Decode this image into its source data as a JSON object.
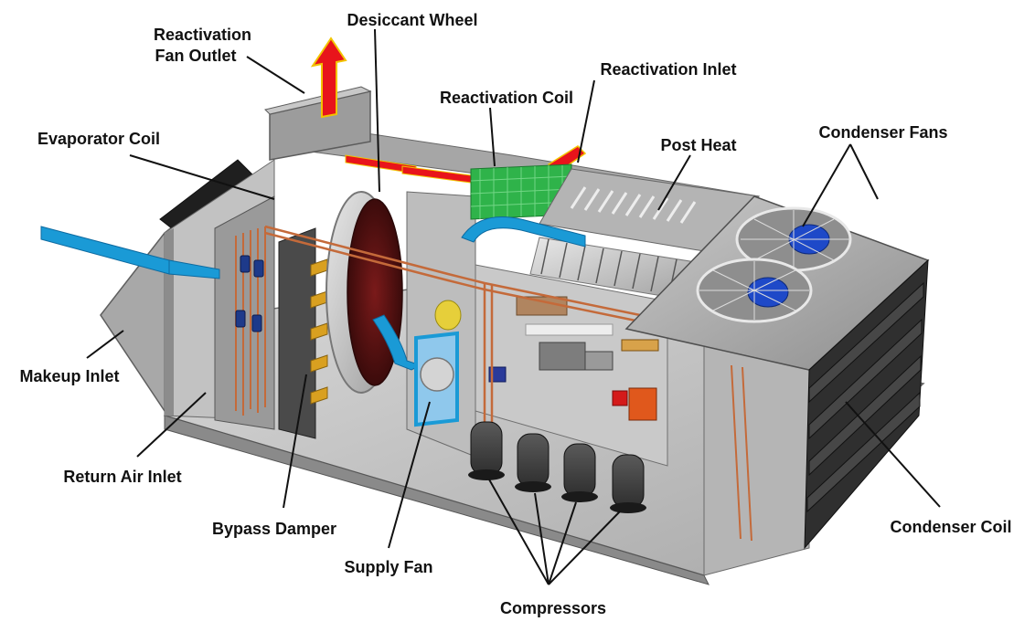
{
  "labels": {
    "reactivation_fan_outlet": [
      "Reactivation",
      "Fan Outlet"
    ],
    "desiccant_wheel": "Desiccant Wheel",
    "reactivation_inlet": "Reactivation Inlet",
    "reactivation_coil": "Reactivation Coil",
    "evaporator_coil": "Evaporator Coil",
    "post_heat": "Post Heat",
    "condenser_fans": "Condenser Fans",
    "makeup_inlet": "Makeup Inlet",
    "return_air_inlet": "Return Air Inlet",
    "bypass_damper": "Bypass Damper",
    "supply_fan": "Supply Fan",
    "compressors": "Compressors",
    "condenser_coil": "Condenser Coil"
  },
  "colors": {
    "airflow_hot": "#e8141b",
    "airflow_hot_edge": "#f2c400",
    "airflow_cool": "#1a9ad6",
    "coil_green": "#2fb34a",
    "fan_blue": "#1e49c8",
    "copper": "#c46a3a",
    "cabinet": "#b8b8b8"
  }
}
